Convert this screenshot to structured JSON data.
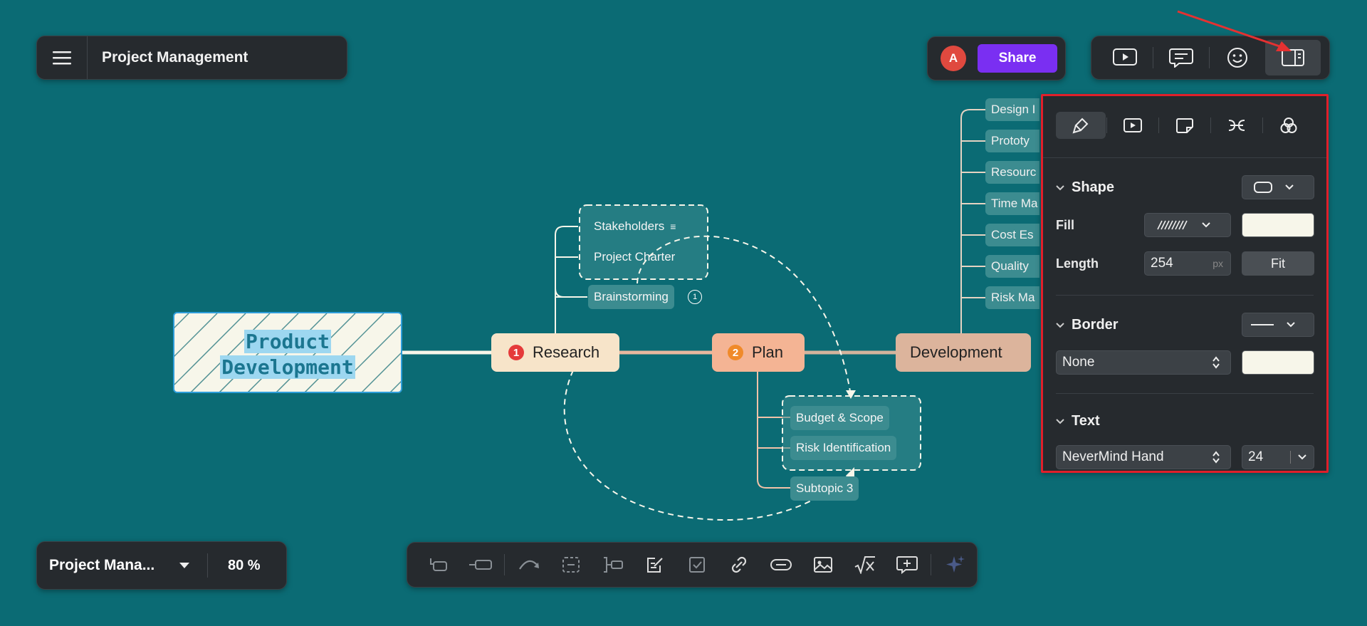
{
  "header": {
    "title": "Project Management"
  },
  "share": {
    "avatar_initial": "A",
    "button_label": "Share"
  },
  "view_toolbar": {
    "buttons": [
      "play-icon",
      "outline-icon",
      "emoji-icon",
      "panel-toggle-icon"
    ],
    "active": "panel-toggle-icon"
  },
  "properties": {
    "tabs": [
      "style-icon",
      "slideshow-icon",
      "sticker-icon",
      "structure-icon",
      "theme-icon"
    ],
    "shape": {
      "heading": "Shape"
    },
    "fill": {
      "label": "Fill",
      "color": "#f7f6ea"
    },
    "length": {
      "label": "Length",
      "value": "254",
      "unit": "px",
      "fit_label": "Fit"
    },
    "border": {
      "heading": "Border",
      "style_value": "None",
      "color": "#f7f6ea"
    },
    "text": {
      "heading": "Text",
      "font_value": "NeverMind Hand",
      "size_value": "24"
    }
  },
  "mindmap": {
    "root": {
      "line1": "Product",
      "line2": "Development"
    },
    "branches": [
      {
        "number": "1",
        "label": "Research",
        "badge_color": "#e53a3a"
      },
      {
        "number": "2",
        "label": "Plan",
        "badge_color": "#f08a2a"
      },
      {
        "number": "",
        "label": "Development"
      }
    ],
    "research_subtopics": [
      "Stakeholders",
      "Project Charter",
      "Brainstorming"
    ],
    "brainstorming_badge": "1",
    "plan_subtopics": [
      "Budget & Scope",
      "Risk Identification",
      "Subtopic 3"
    ],
    "development_subtopics": [
      "Design I",
      "Prototy",
      "Resourc",
      "Time Ma",
      "Cost Es",
      "Quality",
      "Risk Ma"
    ]
  },
  "doc_bar": {
    "name": "Project Mana...",
    "zoom": "80 %"
  },
  "bottom_toolbar": {
    "tools": [
      "insert-topic-icon",
      "insert-subtopic-icon",
      "relationship-icon",
      "boundary-icon",
      "summary-icon",
      "note-icon",
      "task-icon",
      "link-icon",
      "hyperlink-icon",
      "image-icon",
      "equation-icon",
      "callout-icon",
      "ai-sparkle-icon"
    ]
  }
}
